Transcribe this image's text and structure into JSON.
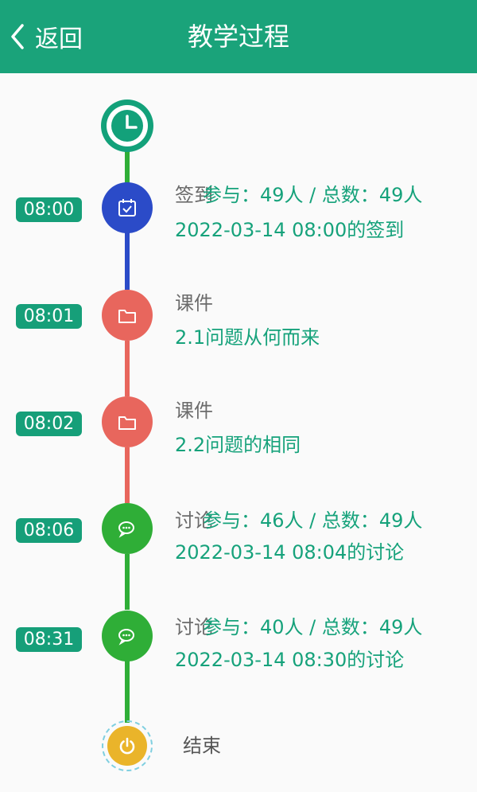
{
  "header": {
    "back_label": "返回",
    "title": "教学过程"
  },
  "colors": {
    "header": "#1aa37a",
    "signin": "#2b4bc8",
    "courseware": "#e8665d",
    "discussion": "#2fae37",
    "end": "#eab42a"
  },
  "events": [
    {
      "time": "08:00",
      "type": "签到",
      "stats": "参与：49人 / 总数：49人",
      "detail": "2022-03-14 08:00的签到",
      "icon": "calendar-check-icon"
    },
    {
      "time": "08:01",
      "type": "课件",
      "detail": "2.1问题从何而来",
      "icon": "folder-icon"
    },
    {
      "time": "08:02",
      "type": "课件",
      "detail": "2.2问题的相同",
      "icon": "folder-icon"
    },
    {
      "time": "08:06",
      "type": "讨论",
      "stats": "参与：46人 / 总数：49人",
      "detail": "2022-03-14 08:04的讨论",
      "icon": "chat-bubbles-icon"
    },
    {
      "time": "08:31",
      "type": "讨论",
      "stats": "参与：40人 / 总数：49人",
      "detail": "2022-03-14 08:30的讨论",
      "icon": "chat-bubbles-icon"
    }
  ],
  "end_label": "结束"
}
